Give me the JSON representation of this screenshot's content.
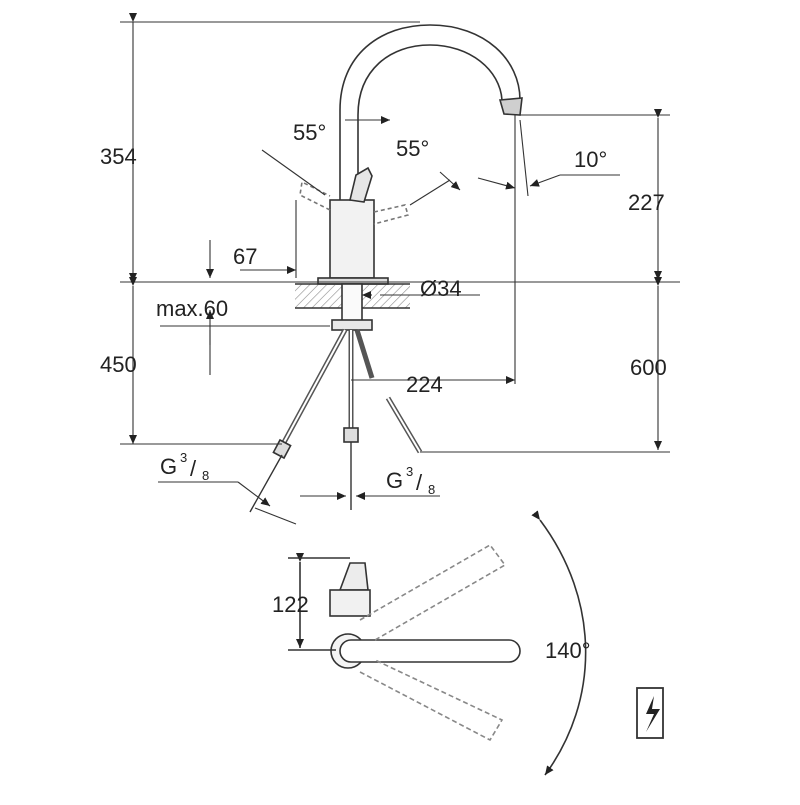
{
  "dimensions": {
    "height_total": "354",
    "angle_left": "55°",
    "angle_right": "55°",
    "spout_angle": "10°",
    "spout_height": "227",
    "lever_offset": "67",
    "bore_diameter": "Ø34",
    "max_thickness": "max.60",
    "hose_length_left": "450",
    "spout_reach": "224",
    "hose_length_right": "600",
    "lever_height_top": "122",
    "swivel_angle": "140°"
  },
  "connections": {
    "left": {
      "base": "G",
      "sup": "3",
      "sub": "8"
    },
    "right": {
      "base": "G",
      "sup": "3",
      "sub": "8"
    }
  },
  "icons": {
    "electric_symbol": "lightning-bolt-icon"
  }
}
